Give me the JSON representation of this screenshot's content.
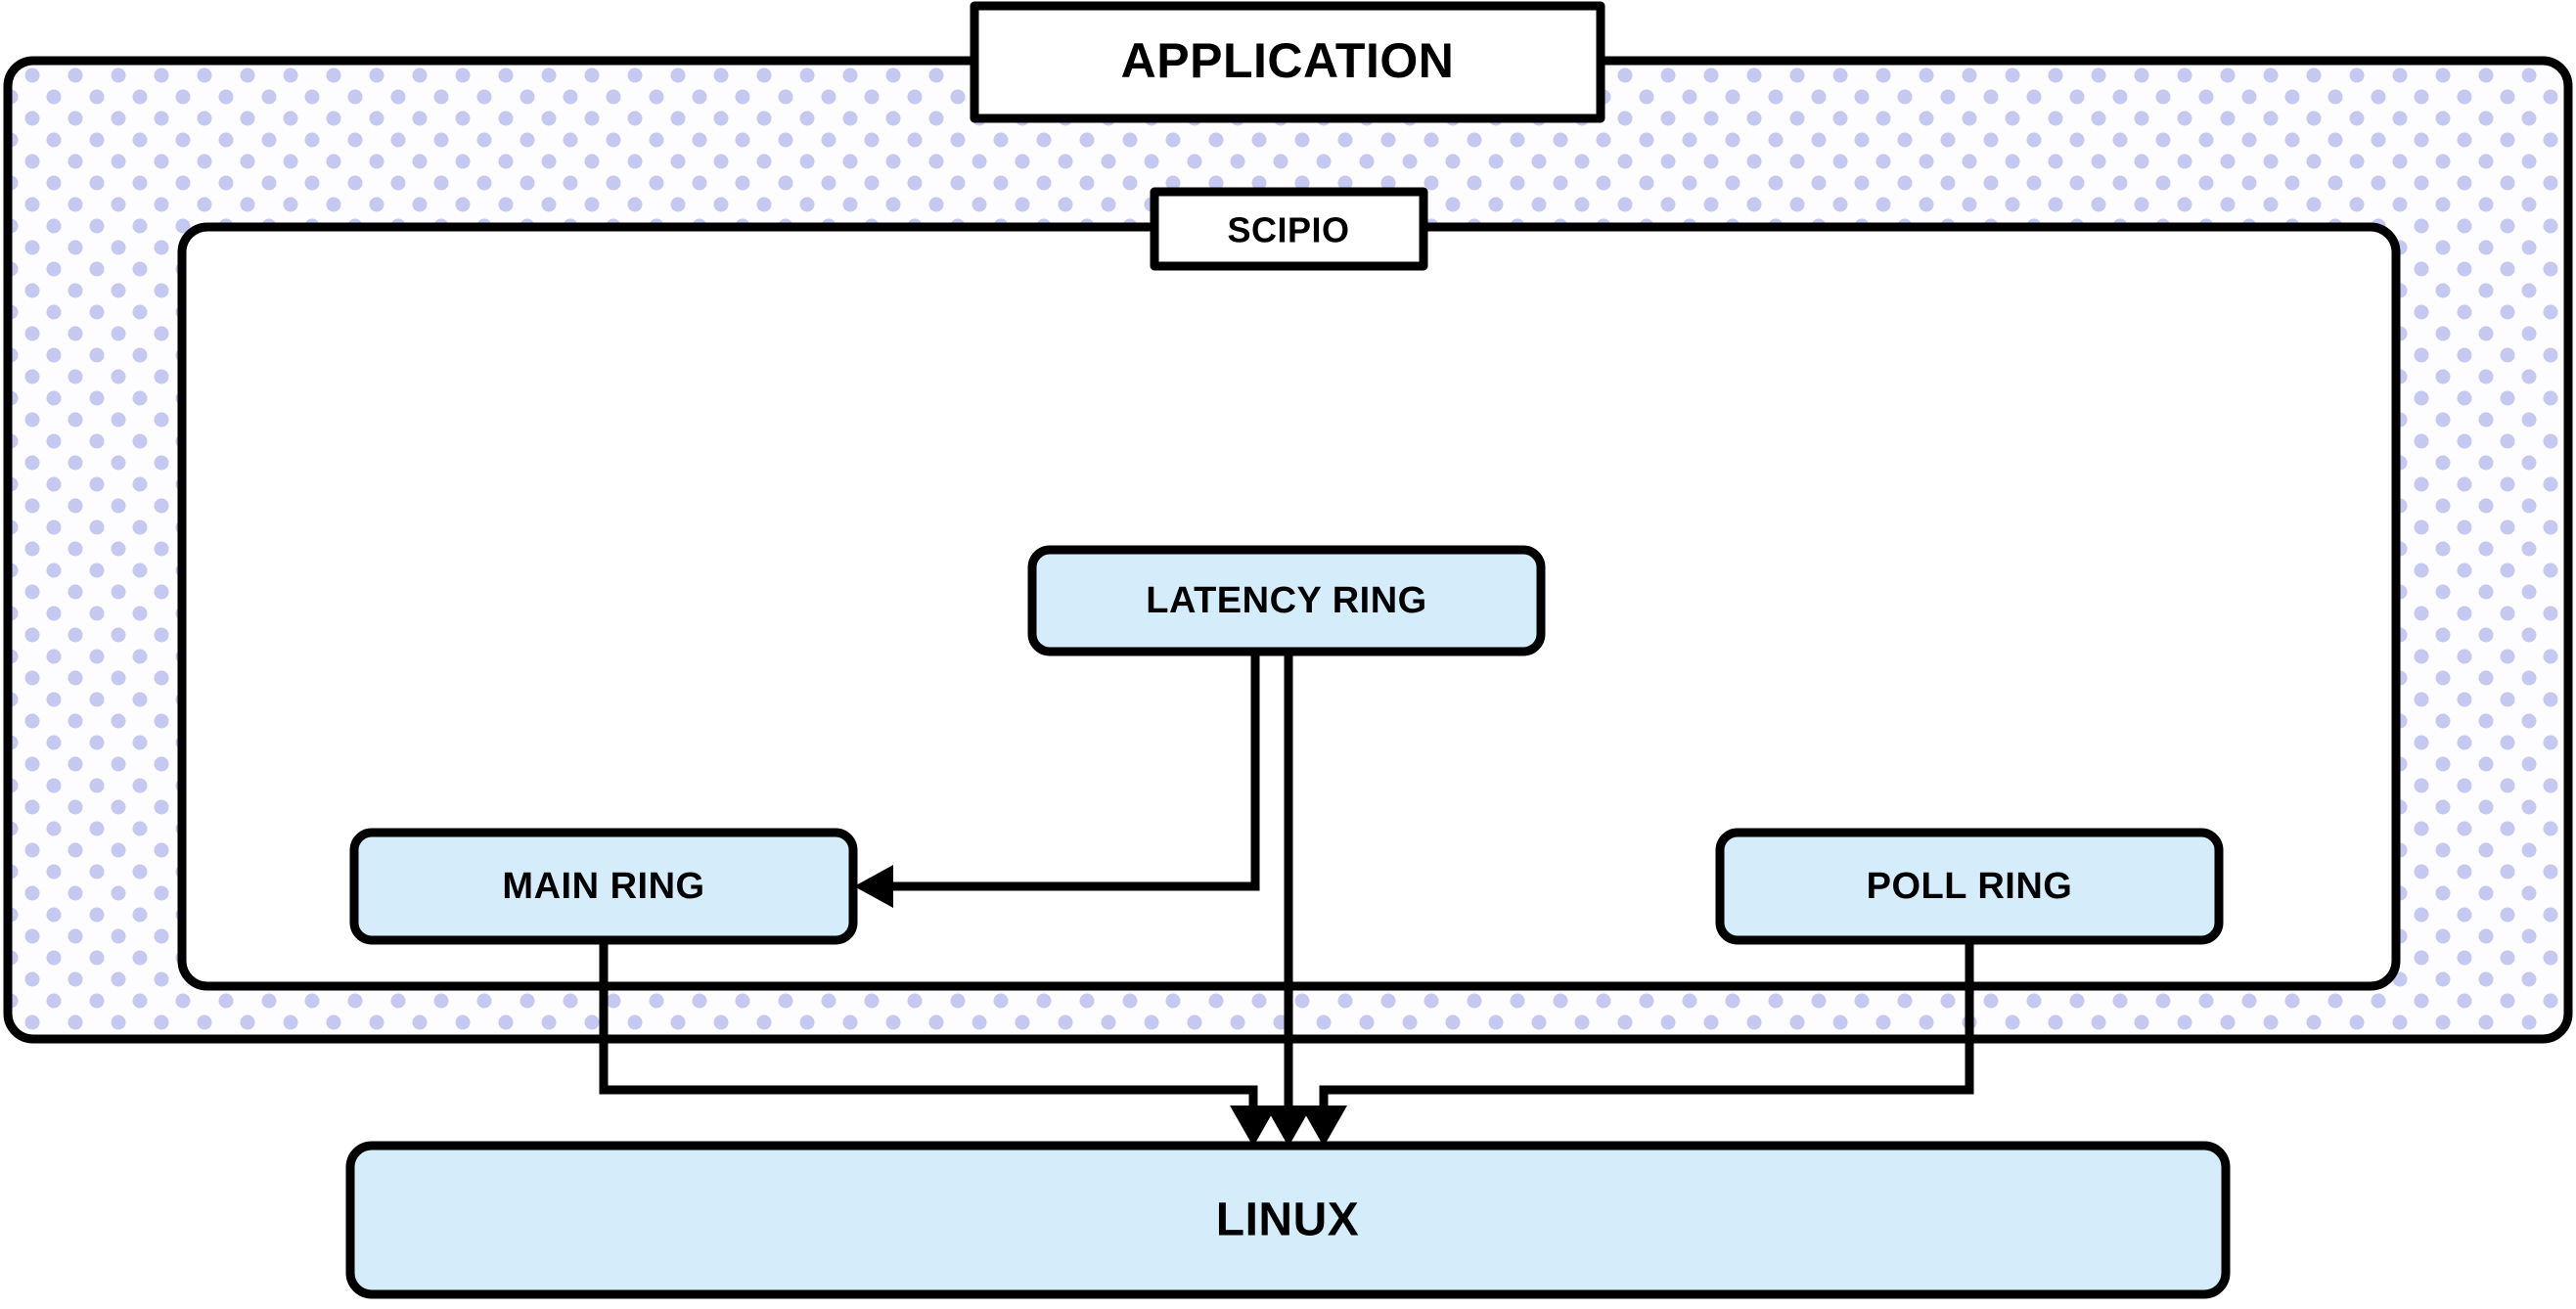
{
  "diagram": {
    "title": "Scipio ring architecture layering over Linux",
    "nodes": {
      "application": {
        "label": "APPLICATION",
        "fill": "#ffffff",
        "stroke": "#000000"
      },
      "scipio": {
        "label": "SCIPIO",
        "fill": "#ffffff",
        "stroke": "#000000"
      },
      "latency_ring": {
        "label": "LATENCY RING",
        "fill": "#d5edfb",
        "stroke": "#000000"
      },
      "main_ring": {
        "label": "MAIN RING",
        "fill": "#d5edfb",
        "stroke": "#000000"
      },
      "poll_ring": {
        "label": "POLL RING",
        "fill": "#d5edfb",
        "stroke": "#000000"
      },
      "linux": {
        "label": "LINUX",
        "fill": "#d5edfb",
        "stroke": "#000000"
      }
    },
    "containers": {
      "outer": {
        "name": "application-region",
        "fill_pattern": "lavender-polka-dots",
        "dot_color": "#c5c8f0",
        "background": "#fdfdff"
      },
      "inner": {
        "name": "scipio-region",
        "fill": "#ffffff",
        "stroke": "#000000"
      }
    },
    "flow_arrows": [
      {
        "name": "app-to-main-ring",
        "from": "APPLICATION",
        "to": "MAIN RING",
        "style": "gradient-block-arrow",
        "direction": "down"
      },
      {
        "name": "app-to-latency-ring",
        "from": "APPLICATION",
        "to": "LATENCY RING",
        "style": "gradient-block-arrow",
        "direction": "down"
      },
      {
        "name": "app-to-poll-ring",
        "from": "APPLICATION",
        "to": "POLL RING",
        "style": "gradient-block-arrow",
        "direction": "down"
      }
    ],
    "connectors": [
      {
        "name": "latency-ring-to-main-ring",
        "from": "LATENCY RING",
        "to": "MAIN RING",
        "direction": "left"
      },
      {
        "name": "latency-ring-to-linux",
        "from": "LATENCY RING",
        "to": "LINUX",
        "direction": "down"
      },
      {
        "name": "main-ring-to-linux",
        "from": "MAIN RING",
        "to": "LINUX",
        "direction": "down"
      },
      {
        "name": "poll-ring-to-linux",
        "from": "POLL RING",
        "to": "LINUX",
        "direction": "down"
      }
    ],
    "colors": {
      "box_fill_blue": "#d5edfb",
      "box_fill_white": "#ffffff",
      "stroke_black": "#000000",
      "dot_lavender": "#c5c8f0",
      "arrow_gradient_top": "#ffffff",
      "arrow_gradient_bottom": "#cde6f5"
    }
  }
}
